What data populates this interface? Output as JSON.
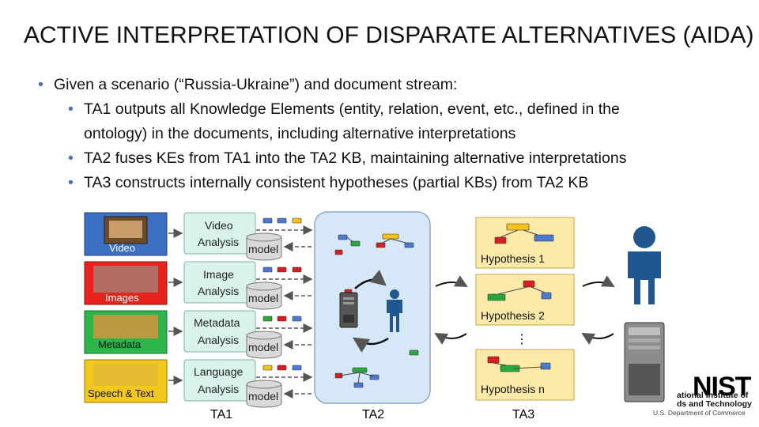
{
  "slide": {
    "title": "ACTIVE INTERPRETATION OF DISPARATE ALTERNATIVES (AIDA)",
    "bullets": {
      "main": "Given a scenario (“Russia-Ukraine”) and document stream:",
      "sub1_line1": "TA1 outputs all Knowledge Elements (entity, relation, event, etc., defined in the",
      "sub1_line2": "ontology) in the documents, including alternative interpretations",
      "sub2": "TA2 fuses KEs from TA1 into the TA2 KB, maintaining alternative interpretations",
      "sub3": "TA3 constructs internally consistent hypotheses (partial KBs) from TA2 KB"
    }
  },
  "diagram": {
    "sources": [
      {
        "label": "Video",
        "color": "#3b6fc2"
      },
      {
        "label": "Images",
        "color": "#e8221c"
      },
      {
        "label": "Metadata",
        "color": "#2db44a"
      },
      {
        "label": "Speech & Text",
        "color": "#f2c81e"
      }
    ],
    "analysis": [
      {
        "line1": "Video",
        "line2": "Analysis"
      },
      {
        "line1": "Image",
        "line2": "Analysis"
      },
      {
        "line1": "Metadata",
        "line2": "Analysis"
      },
      {
        "line1": "Language",
        "line2": "Analysis"
      }
    ],
    "model_label": "model",
    "hypotheses": [
      "Hypothesis 1",
      "Hypothesis 2",
      "Hypothesis n"
    ],
    "ellipsis": "⋮",
    "stage_labels": [
      "TA1",
      "TA2",
      "TA3"
    ],
    "colors": {
      "analysis_fill": "#d9f2ec",
      "kb_fill": "#d6e7f8",
      "hyp_fill": "#fde9a8",
      "node_blue": "#4a7bd0",
      "node_red": "#d81e1e",
      "node_green": "#2aa83c",
      "node_yellow": "#f6c21c",
      "person": "#21578f"
    }
  },
  "logo": {
    "name": "NIST",
    "line1": "ational Institute of",
    "line2": "ds and Technology",
    "line3": "U.S. Department of Commerce"
  }
}
